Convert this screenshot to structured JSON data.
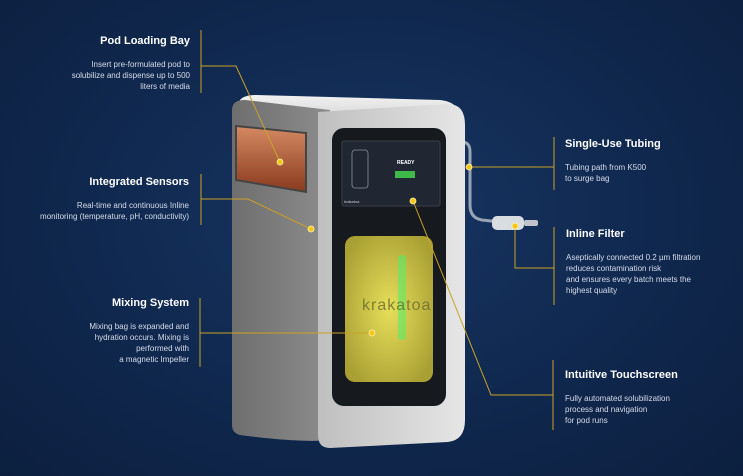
{
  "colors": {
    "background": "#10284e",
    "accent_line": "#c9a227",
    "dot": "#f5c518",
    "screen_button": "#3fb94a",
    "window_glow": "#d9d24a"
  },
  "machine": {
    "brand": "krakatoa",
    "screen_brand": "krakatoa",
    "screen_status": "READY"
  },
  "callouts": [
    {
      "title": "Pod Loading Bay",
      "desc": "Insert pre-formulated pod to\nsolubilize and dispense up to 500\nliters of media"
    },
    {
      "title": "Integrated Sensors",
      "desc": "Real-time and continuous Inline\nmonitoring (temperature, pH, conductivity)"
    },
    {
      "title": "Mixing System",
      "desc": "Mixing bag is expanded and\nhydration occurs. Mixing is\nperformed with\na magnetic Impeller"
    },
    {
      "title": "Single-Use Tubing",
      "desc": "Tubing path from K500\n to surge bag"
    },
    {
      "title": "Inline Filter",
      "desc": "Aseptically connected 0.2 µm filtration\nreduces contamination risk\nand ensures every batch meets the\nhighest quality"
    },
    {
      "title": "Intuitive Touchscreen",
      "desc": "Fully automated solubilization\nprocess and navigation\nfor pod runs"
    }
  ]
}
